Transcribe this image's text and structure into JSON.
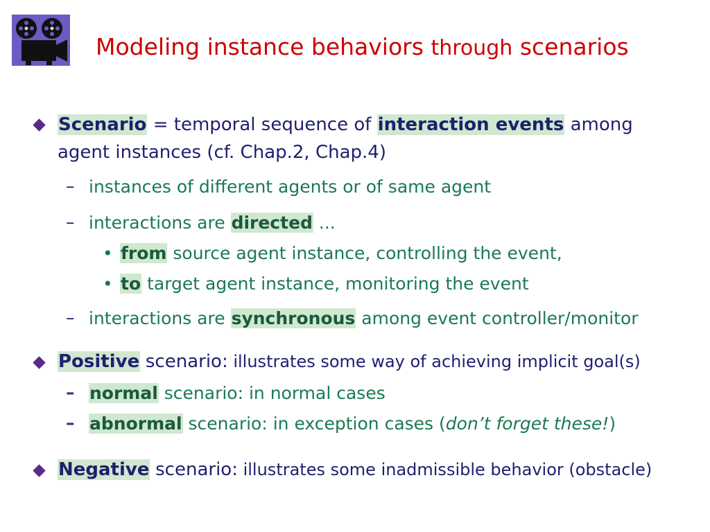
{
  "title": {
    "part1": "Modeling instance behaviors",
    "part2": "through",
    "part3": "scenarios"
  },
  "bullets": {
    "b1": {
      "term": "Scenario",
      "eq": "= temporal sequence of",
      "term2": "interaction events",
      "rest": "among",
      "line2": "agent instances  (cf.  Chap.2, Chap.4)"
    },
    "s1": {
      "text": "instances of different agents or of same agent"
    },
    "s2": {
      "pre": "interactions are",
      "term": "directed",
      "post": "..."
    },
    "s2a": {
      "term": "from",
      "rest": "source agent instance, controlling the event,"
    },
    "s2b": {
      "term": "to",
      "rest": "target agent instance, monitoring the event"
    },
    "s3": {
      "pre": "interactions are",
      "term": "synchronous",
      "post": "among event controller/monitor"
    },
    "b2": {
      "term": "Positive",
      "mid": "scenario:",
      "rest": "illustrates some way of achieving implicit goal(s)"
    },
    "b2a": {
      "term": "normal",
      "rest": "scenario:  in normal cases"
    },
    "b2b": {
      "term": "abnormal",
      "rest": "scenario:  in exception cases   (",
      "italic": "don’t forget these!",
      "close": ")"
    },
    "b3": {
      "term": "Negative",
      "mid": "scenario:",
      "rest": "illustrates some inadmissible behavior (obstacle)"
    }
  },
  "symbols": {
    "dash": "–",
    "dot": "•"
  },
  "colors": {
    "title": "#cc0000",
    "level1": "#1f1f6e",
    "level2": "#1a7a52",
    "bullet": "#5a2a86",
    "highlight": "#cfe8cf"
  },
  "icons": {
    "logo": "film-projector-icon"
  }
}
